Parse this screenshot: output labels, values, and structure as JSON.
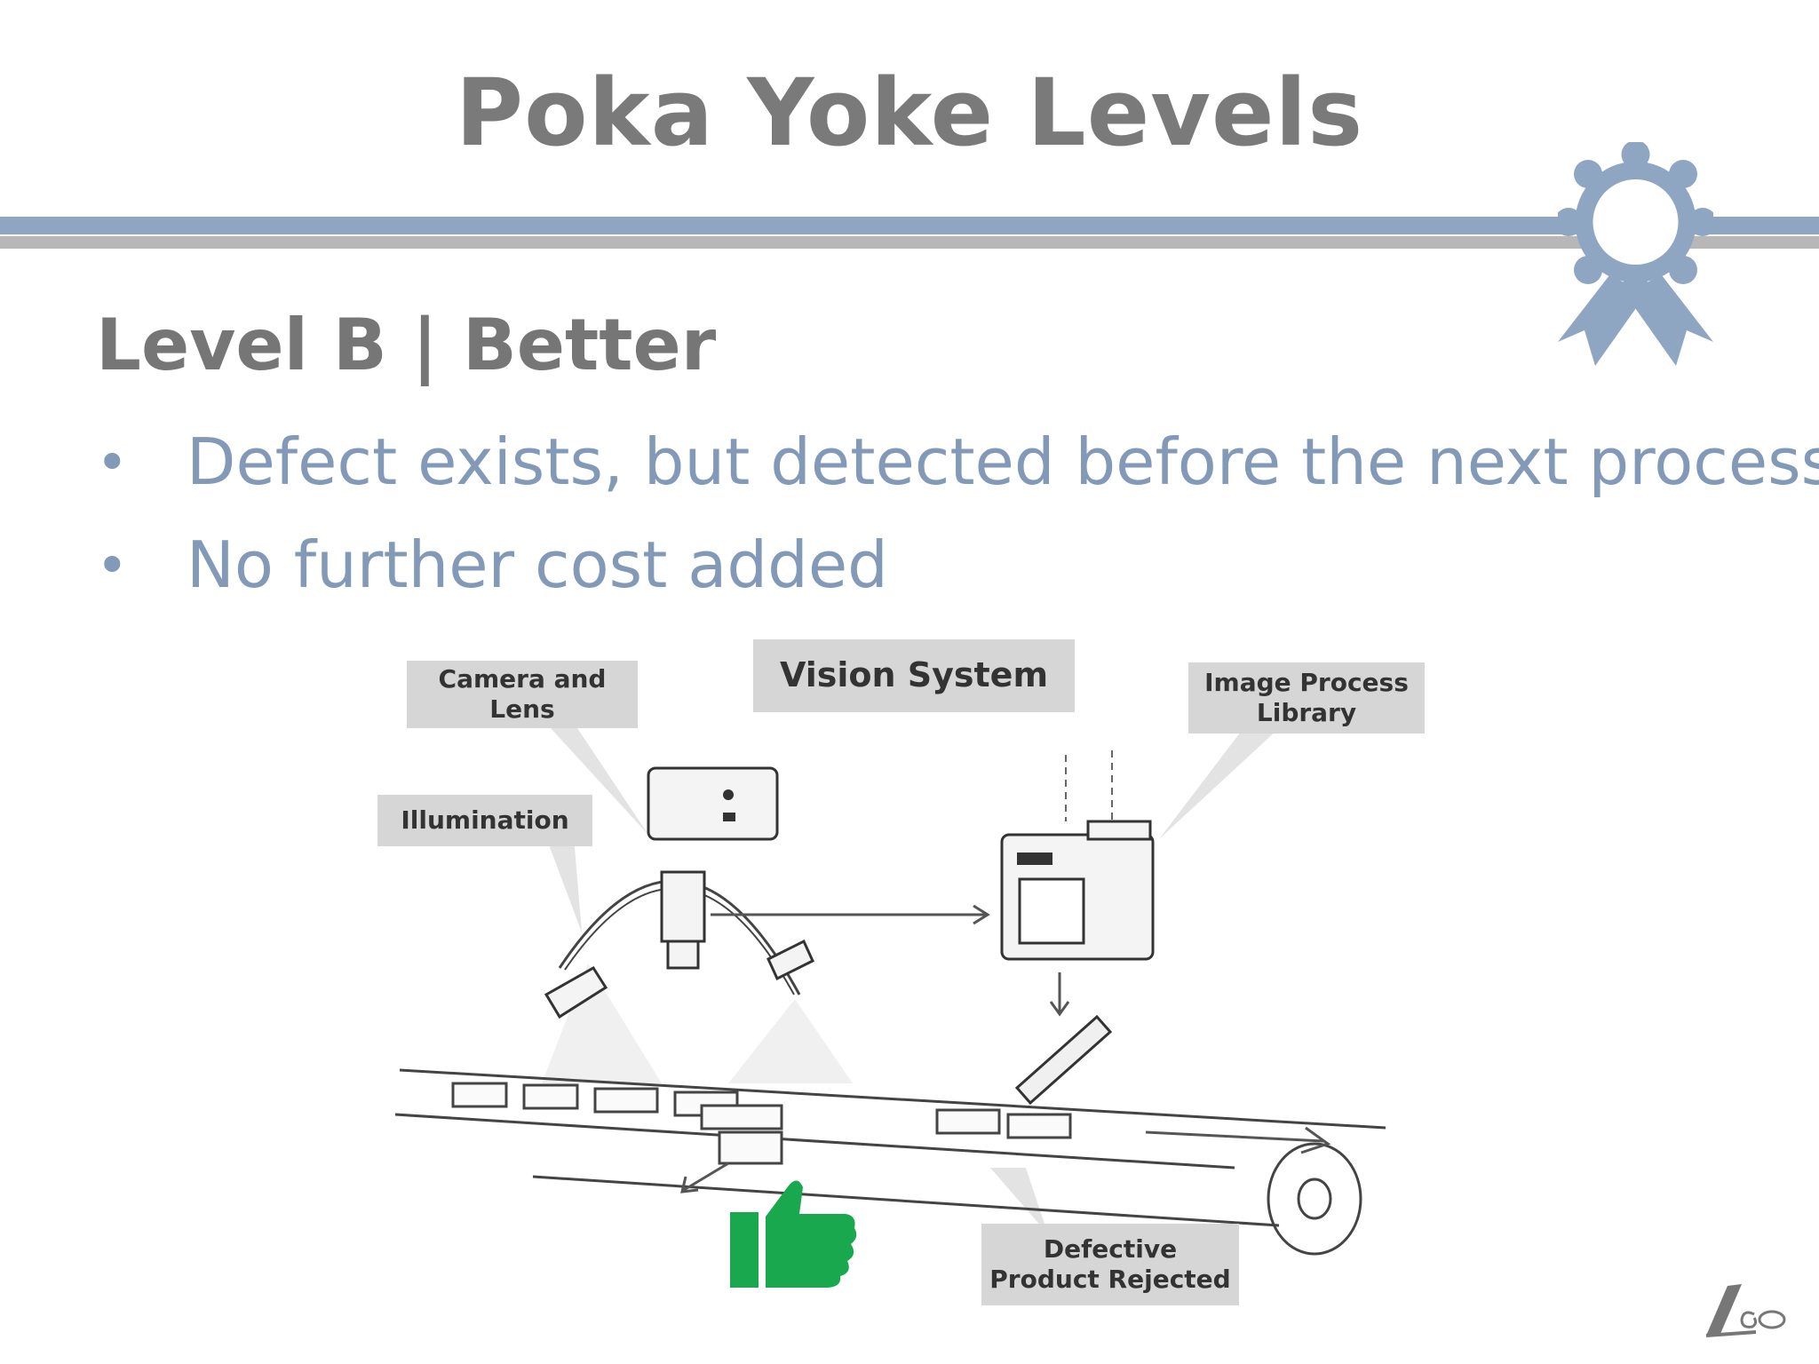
{
  "title": "Poka Yoke Levels",
  "subtitle": "Level B | Better",
  "bullets": [
    "Defect exists, but detected before the next process",
    "No further cost added"
  ],
  "diagram": {
    "vision_system": "Vision System",
    "camera_lens": [
      "Camera and",
      "Lens"
    ],
    "illumination": "Illumination",
    "image_process": [
      "Image Process",
      "Library"
    ],
    "defective": [
      "Defective",
      "Product Rejected"
    ]
  },
  "colors": {
    "title": "#7a7a7a",
    "accent_blue": "#8fa6c3",
    "bullet_text": "#8299b8",
    "thumbs_up": "#1aa84e"
  },
  "icons": [
    "award-ribbon-icon",
    "thumbs-up-icon",
    "logo-mark"
  ]
}
